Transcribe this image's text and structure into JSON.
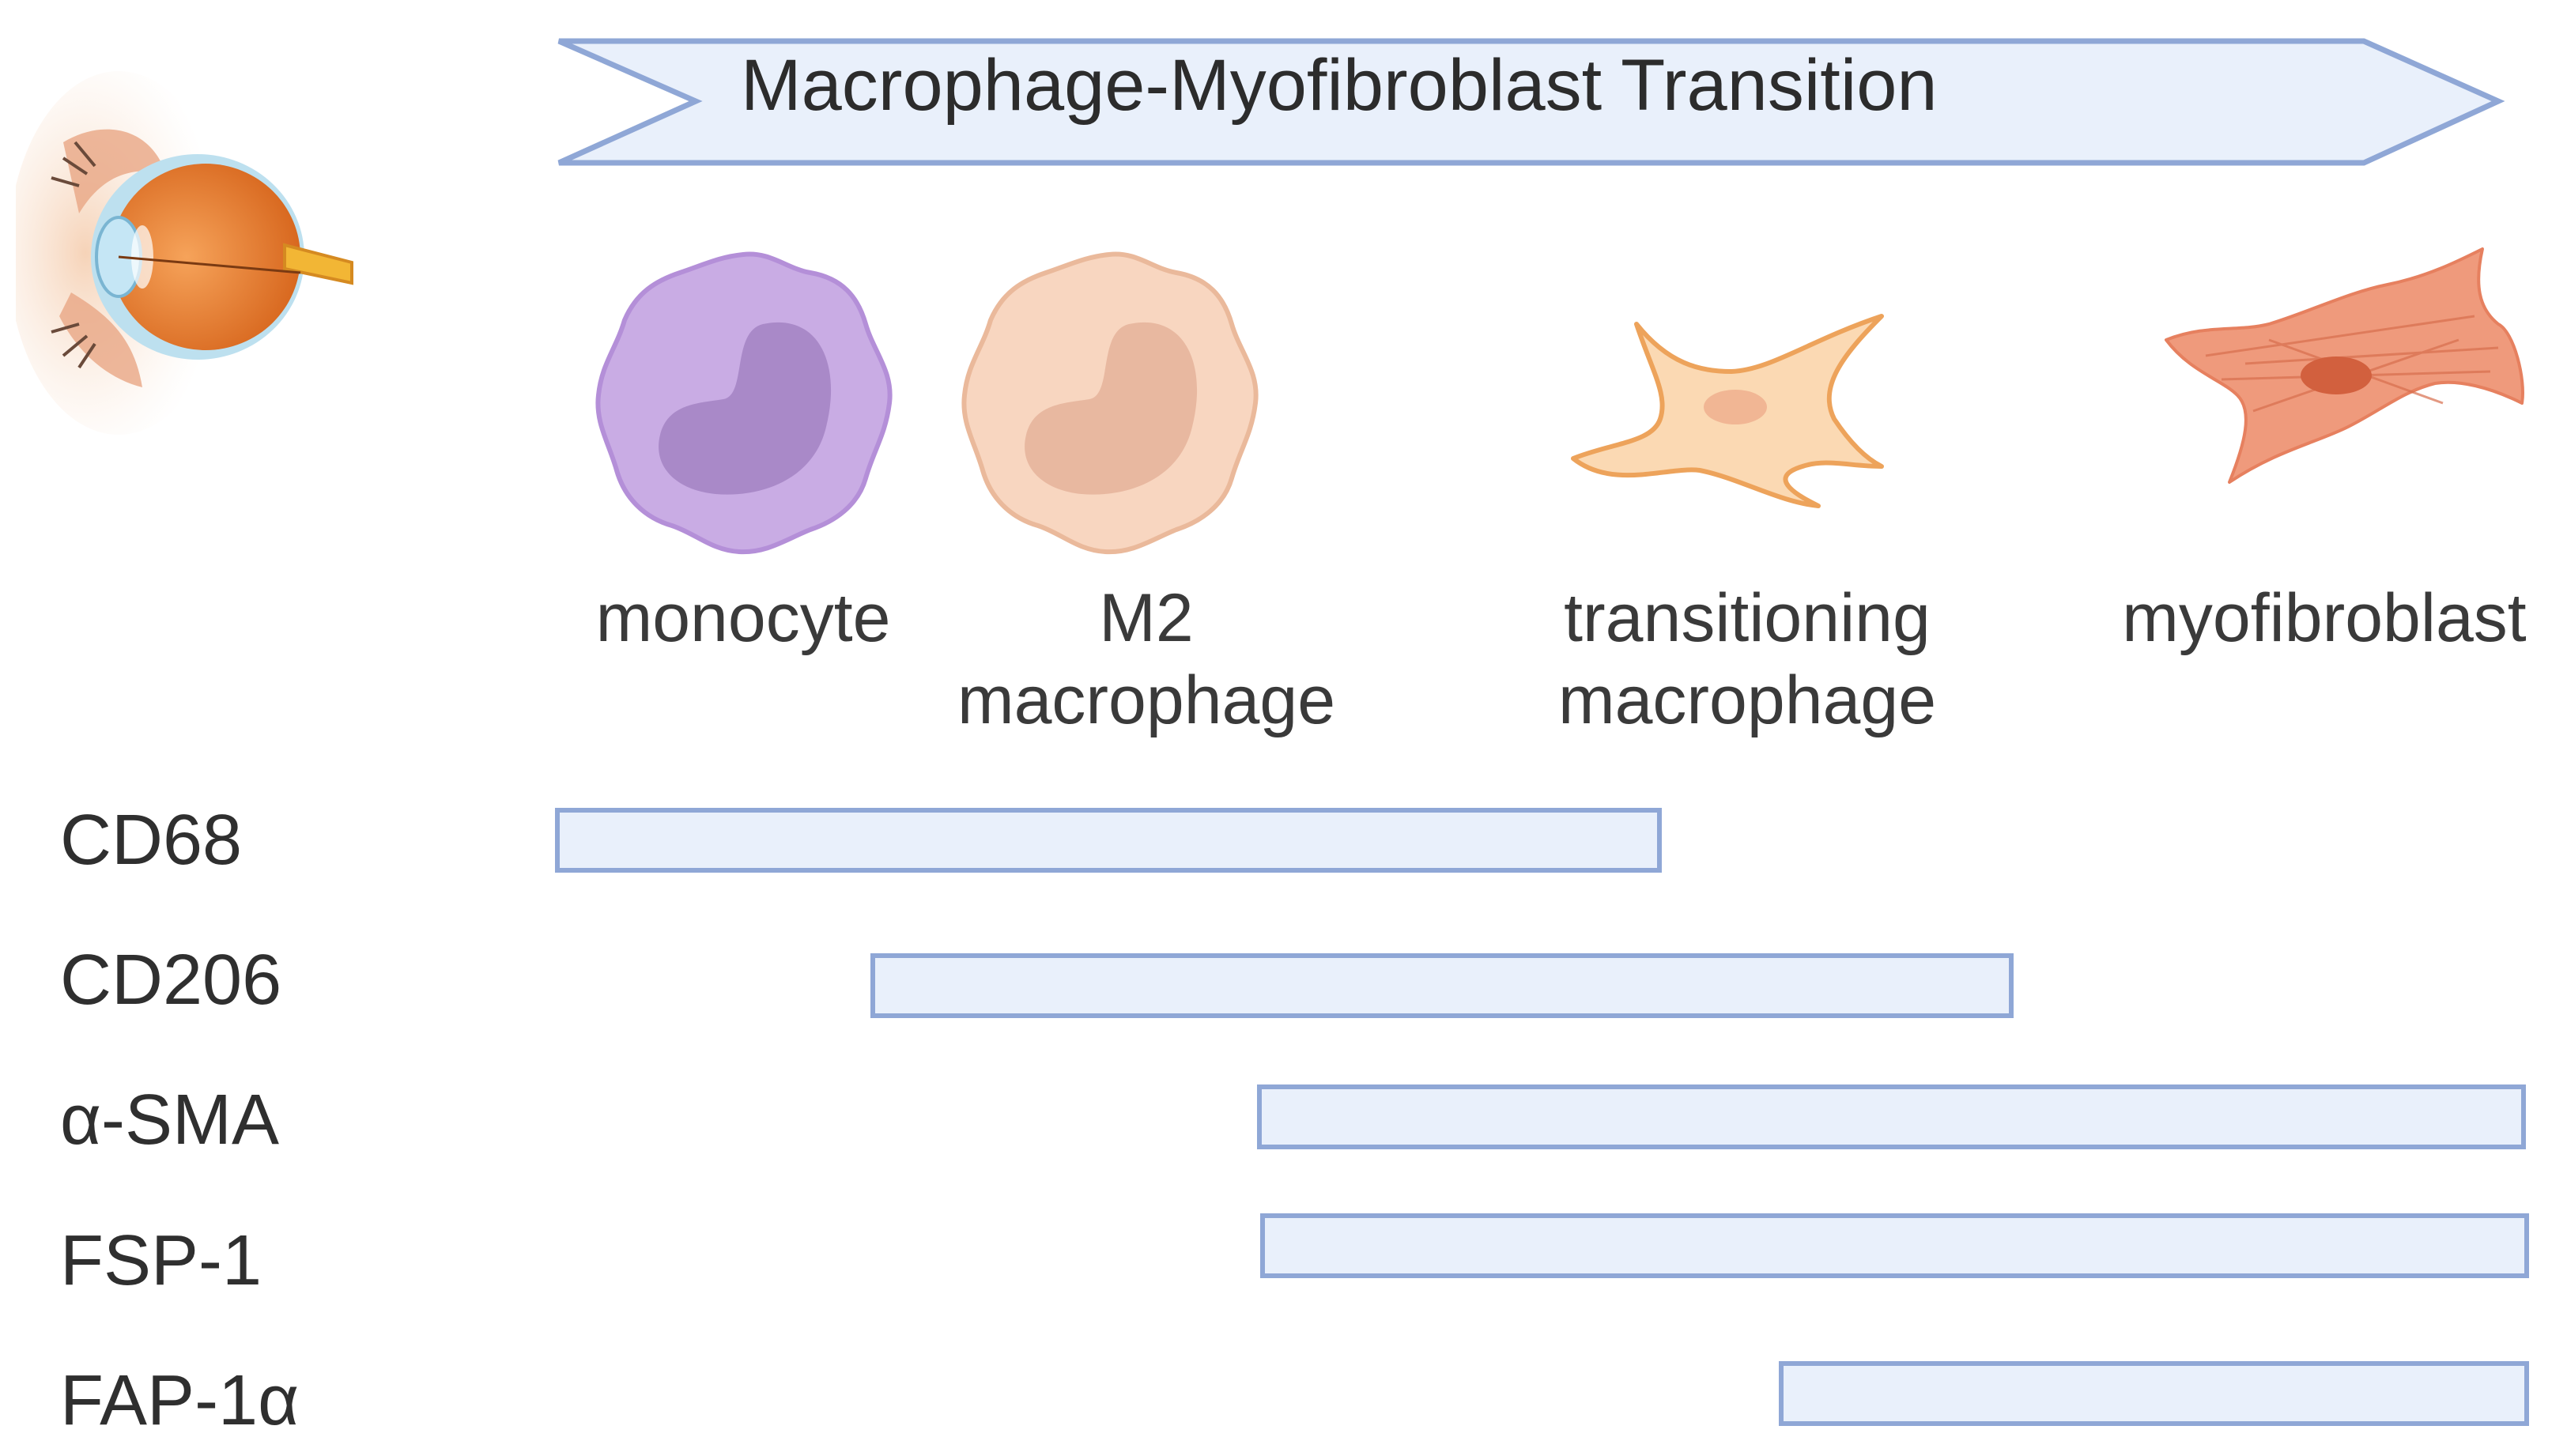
{
  "banner": {
    "title": "Macrophage-Myofibroblast Transition"
  },
  "icons": {
    "eye": "eye-icon",
    "monocyte": "monocyte-cell-icon",
    "m2_macrophage": "m2-macrophage-cell-icon",
    "transitioning_macrophage": "transitioning-macrophage-cell-icon",
    "myofibroblast": "myofibroblast-cell-icon"
  },
  "cells": [
    {
      "label": "monocyte"
    },
    {
      "label": "M2\nmacrophage"
    },
    {
      "label": "transitioning\nmacrophage"
    },
    {
      "label": "myofibroblast"
    }
  ],
  "markers": [
    {
      "label": "CD68"
    },
    {
      "label": "CD206"
    },
    {
      "label": "α-SMA"
    },
    {
      "label": "FSP-1"
    },
    {
      "label": "FAP-1α"
    }
  ],
  "colors": {
    "bar_fill": "#e9f0fb",
    "bar_stroke": "#8fa7d6",
    "monocyte": "#c9ace4",
    "m2_macrophage": "#f8d6c0",
    "transitioning": "#fbd9b3",
    "myofibroblast": "#ef9a7c"
  }
}
